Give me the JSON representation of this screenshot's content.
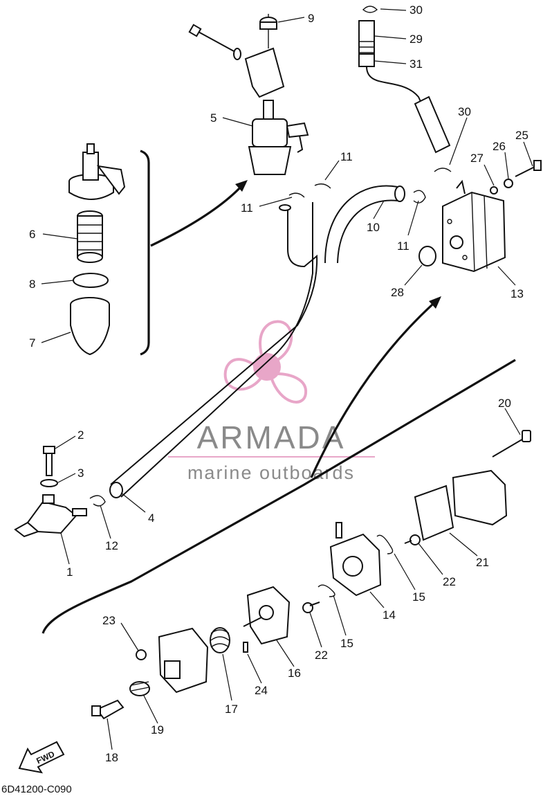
{
  "diagram_code": "6D41200-C090",
  "watermark": {
    "brand": "ARMADA",
    "tagline": "marine outboards",
    "color": "#e8a6c8"
  },
  "fwd_label": "FWD",
  "labels": {
    "p1": "1",
    "p2": "2",
    "p3": "3",
    "p4": "4",
    "p5": "5",
    "p6": "6",
    "p7": "7",
    "p8": "8",
    "p9": "9",
    "p10": "10",
    "p11a": "11",
    "p11b": "11",
    "p11c": "11",
    "p12": "12",
    "p13": "13",
    "p14": "14",
    "p15a": "15",
    "p15b": "15",
    "p16": "16",
    "p17": "17",
    "p18": "18",
    "p19": "19",
    "p20": "20",
    "p21": "21",
    "p22a": "22",
    "p22b": "22",
    "p23": "23",
    "p24": "24",
    "p25": "25",
    "p26": "26",
    "p27": "27",
    "p28": "28",
    "p29": "29",
    "p30a": "30",
    "p30b": "30",
    "p31": "31"
  }
}
